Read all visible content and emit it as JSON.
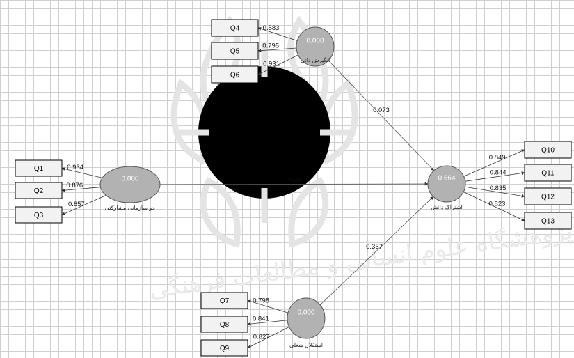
{
  "diagram": {
    "latents": [
      {
        "id": "L1",
        "value": "0.000",
        "name": "انگیزش ذاتی"
      },
      {
        "id": "L2",
        "value": "0.000",
        "name": "جو سازمانی مشارکتی"
      },
      {
        "id": "L3",
        "value": "0.664",
        "name": "اشتراک دانش"
      },
      {
        "id": "L4",
        "value": "0.000",
        "name": "استقلال شغلی"
      }
    ],
    "indicators": [
      {
        "id": "Q1",
        "label": "Q1",
        "latent": "L2",
        "loading": "0.934"
      },
      {
        "id": "Q2",
        "label": "Q2",
        "latent": "L2",
        "loading": "0.876"
      },
      {
        "id": "Q3",
        "label": "Q3",
        "latent": "L2",
        "loading": "0.857"
      },
      {
        "id": "Q4",
        "label": "Q4",
        "latent": "L1",
        "loading": "0.583"
      },
      {
        "id": "Q5",
        "label": "Q5",
        "latent": "L1",
        "loading": "0.795"
      },
      {
        "id": "Q6",
        "label": "Q6",
        "latent": "L1",
        "loading": "0.931"
      },
      {
        "id": "Q7",
        "label": "Q7",
        "latent": "L4",
        "loading": "0.798"
      },
      {
        "id": "Q8",
        "label": "Q8",
        "latent": "L4",
        "loading": "0.841"
      },
      {
        "id": "Q9",
        "label": "Q9",
        "latent": "L4",
        "loading": "0.827"
      },
      {
        "id": "Q10",
        "label": "Q10",
        "latent": "L3",
        "loading": "0.849"
      },
      {
        "id": "Q11",
        "label": "Q11",
        "latent": "L3",
        "loading": "0.844"
      },
      {
        "id": "Q12",
        "label": "Q12",
        "latent": "L3",
        "loading": "0.835"
      },
      {
        "id": "Q13",
        "label": "Q13",
        "latent": "L3",
        "loading": "0.823"
      }
    ],
    "paths": [
      {
        "from": "L1",
        "to": "L3",
        "coef": "0.073"
      },
      {
        "from": "L2",
        "to": "L3",
        "coef": "0.520"
      },
      {
        "from": "L4",
        "to": "L3",
        "coef": "0.357"
      }
    ]
  },
  "watermark": {
    "text": "پژوهشگاه علوم انسانی و مطالعات فرهنگی"
  }
}
